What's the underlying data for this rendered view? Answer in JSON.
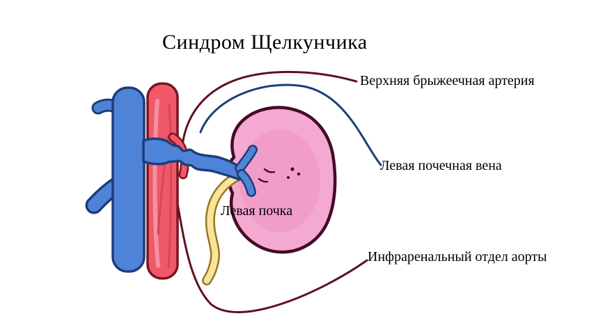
{
  "title": "Синдром Щелкунчика",
  "labels": {
    "sma": "Верхняя брыжеечная артерия",
    "renal_vein": "Левая почечная вена",
    "kidney": "Левая почка",
    "infrarenal_aorta": "Инфраренальный отдел аорты"
  },
  "colors": {
    "background": "#ffffff",
    "text": "#000000",
    "vein-blue": "#4f83d8",
    "vein-outline": "#1d3d7a",
    "artery-red": "#f0596a",
    "artery-outline": "#7a1420",
    "artery-highlight": "#f790a0",
    "artery-shade": "#cf4456",
    "kidney-pink": "#f3a9d0",
    "kidney-blush": "#ec93c4",
    "kidney-outline": "#440b26",
    "ureter-yellow": "#f8e49b",
    "ureter-outline": "#97761f",
    "leader-artery": "#5f1020",
    "leader-vein": "#1c3e7e"
  }
}
